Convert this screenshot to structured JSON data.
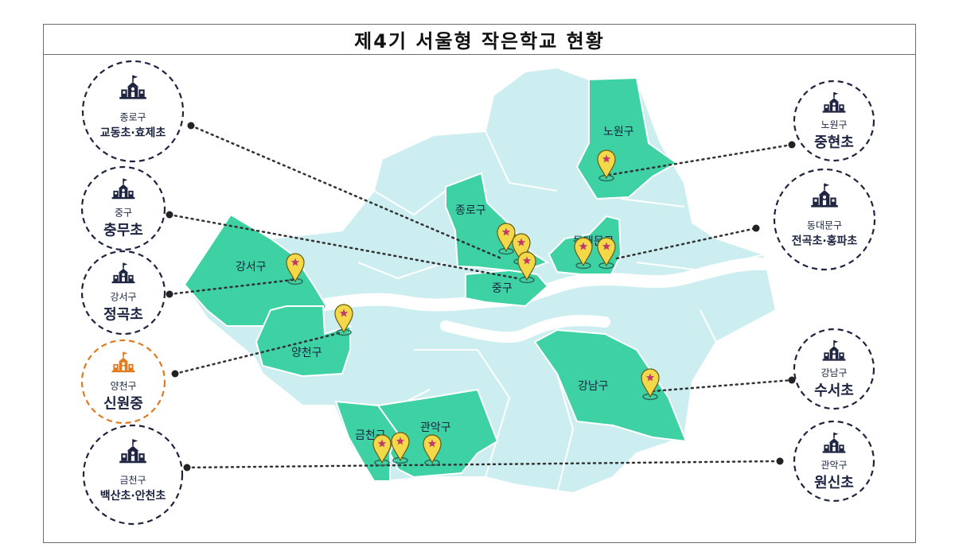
{
  "title": "제4기 서울형 작은학교 현황",
  "colors": {
    "selected_district": "#3dd1a3",
    "other_district": "#cdeef0",
    "border_line": "#ffffff",
    "callout_border": "#1e2440",
    "highlight": "#e07a1f",
    "pin": "#f3d84a",
    "leader_line": "#333333"
  },
  "map_labels": [
    {
      "id": "nowon",
      "label": "노원구"
    },
    {
      "id": "jongno",
      "label": "종로구"
    },
    {
      "id": "dongdaemun",
      "label": "동대문구"
    },
    {
      "id": "junggu",
      "label": "중구"
    },
    {
      "id": "gangseo",
      "label": "강서구"
    },
    {
      "id": "yangcheon",
      "label": "양천구"
    },
    {
      "id": "geumcheon",
      "label": "금천구"
    },
    {
      "id": "gwanak",
      "label": "관악구"
    },
    {
      "id": "gangnam",
      "label": "강남구"
    }
  ],
  "callouts": [
    {
      "id": "c-jongno",
      "district": "종로구",
      "school": "교동초·효제초",
      "icon": "school-building-icon",
      "highlight": false
    },
    {
      "id": "c-junggu",
      "district": "중구",
      "school": "충무초",
      "icon": "school-building-icon",
      "highlight": false
    },
    {
      "id": "c-gangseo",
      "district": "강서구",
      "school": "정곡초",
      "icon": "school-building-icon",
      "highlight": false
    },
    {
      "id": "c-yangcheon",
      "district": "양천구",
      "school": "신원중",
      "icon": "school-building-icon",
      "highlight": true
    },
    {
      "id": "c-geumcheon",
      "district": "금천구",
      "school": "백산초·안천초",
      "icon": "school-building-icon",
      "highlight": false
    },
    {
      "id": "c-nowon",
      "district": "노원구",
      "school": "중현초",
      "icon": "school-building-icon",
      "highlight": false
    },
    {
      "id": "c-dongdaemun",
      "district": "동대문구",
      "school": "전곡초·홍파초",
      "icon": "school-building-icon",
      "highlight": false
    },
    {
      "id": "c-gangnam",
      "district": "강남구",
      "school": "수서초",
      "icon": "school-building-icon",
      "highlight": false
    },
    {
      "id": "c-gwanak",
      "district": "관악구",
      "school": "원신초",
      "icon": "school-building-icon",
      "highlight": false
    }
  ],
  "pins": [
    {
      "id": "nowon",
      "icon": "map-pin-icon"
    },
    {
      "id": "jongno-1",
      "icon": "map-pin-icon"
    },
    {
      "id": "jongno-2",
      "icon": "map-pin-icon"
    },
    {
      "id": "junggu",
      "icon": "map-pin-icon"
    },
    {
      "id": "dongdaemun-1",
      "icon": "map-pin-icon"
    },
    {
      "id": "dongdaemun-2",
      "icon": "map-pin-icon"
    },
    {
      "id": "gangseo",
      "icon": "map-pin-icon"
    },
    {
      "id": "yangcheon",
      "icon": "map-pin-icon"
    },
    {
      "id": "geumcheon-1",
      "icon": "map-pin-icon"
    },
    {
      "id": "geumcheon-2",
      "icon": "map-pin-icon"
    },
    {
      "id": "gwanak",
      "icon": "map-pin-icon"
    },
    {
      "id": "gangnam",
      "icon": "map-pin-icon"
    }
  ]
}
